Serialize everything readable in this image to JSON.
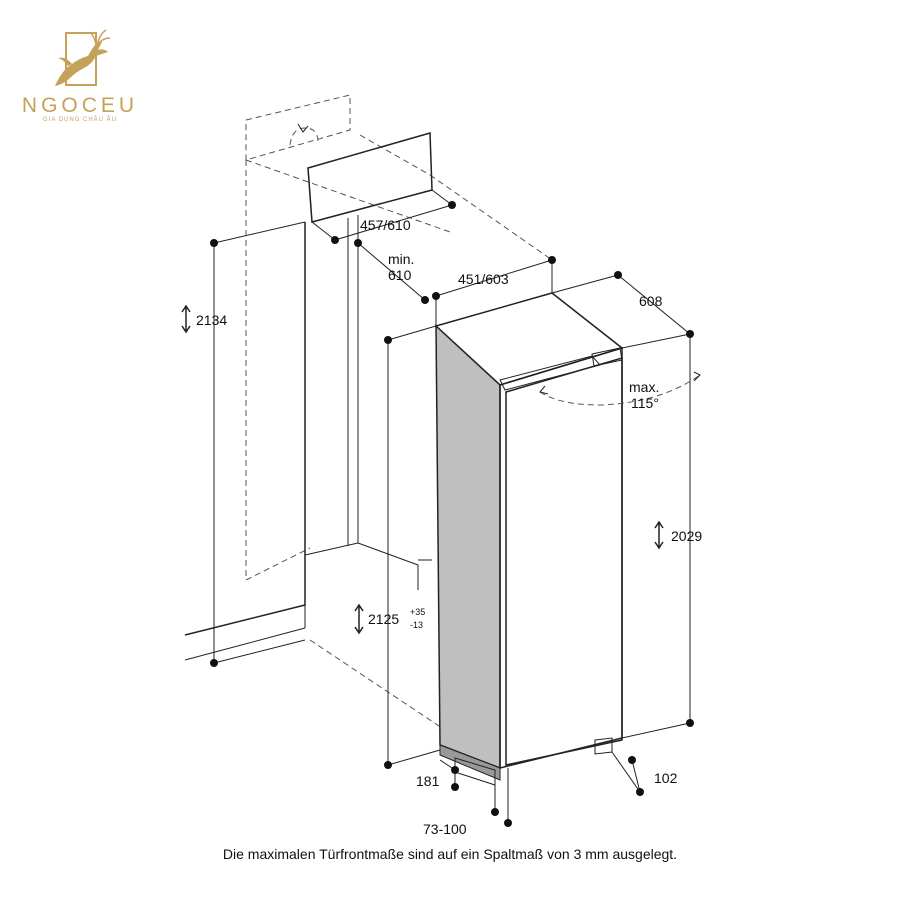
{
  "brand": {
    "name": "NGOCEU",
    "tagline": "GIA DỤNG CHÂU ÂU",
    "color": "#c6a15a"
  },
  "dimensions": {
    "niche_height": "2134",
    "top_depth": "457/610",
    "min_label": "min.",
    "min_value": "610",
    "appliance_depth": "451/603",
    "width": "608",
    "angle_label": "max.",
    "angle_value": "115°",
    "appliance_height": "2029",
    "door_height": "2125",
    "door_tol_plus": "+35",
    "door_tol_minus": "-13",
    "base_181": "181",
    "base_102": "102",
    "plinth": "73-100"
  },
  "caption": "Die maximalen Türfrontmaße sind auf ein Spaltmaß von 3 mm ausgelegt."
}
